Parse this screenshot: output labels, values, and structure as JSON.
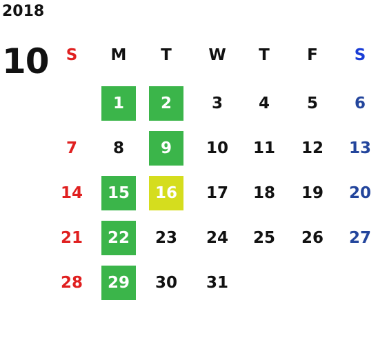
{
  "year": "2018",
  "month": "10",
  "colors": {
    "sunday": "#e02020",
    "saturday_header": "#1a3dd6",
    "saturday": "#23459c",
    "weekday": "#111111",
    "highlight_green": "#3bb54a",
    "highlight_yellow": "#d5dd1e"
  },
  "weekdays": [
    "S",
    "M",
    "T",
    "W",
    "T",
    "F",
    "S"
  ],
  "weeks": [
    [
      null,
      {
        "d": "1",
        "hl": "green"
      },
      {
        "d": "2",
        "hl": "green"
      },
      {
        "d": "3"
      },
      {
        "d": "4"
      },
      {
        "d": "5"
      },
      {
        "d": "6"
      }
    ],
    [
      {
        "d": "7"
      },
      {
        "d": "8"
      },
      {
        "d": "9",
        "hl": "green"
      },
      {
        "d": "10"
      },
      {
        "d": "11"
      },
      {
        "d": "12"
      },
      {
        "d": "13"
      }
    ],
    [
      {
        "d": "14"
      },
      {
        "d": "15",
        "hl": "green"
      },
      {
        "d": "16",
        "hl": "yellow"
      },
      {
        "d": "17"
      },
      {
        "d": "18"
      },
      {
        "d": "19"
      },
      {
        "d": "20"
      }
    ],
    [
      {
        "d": "21"
      },
      {
        "d": "22",
        "hl": "green"
      },
      {
        "d": "23"
      },
      {
        "d": "24"
      },
      {
        "d": "25"
      },
      {
        "d": "26"
      },
      {
        "d": "27"
      }
    ],
    [
      {
        "d": "28"
      },
      {
        "d": "29",
        "hl": "green"
      },
      {
        "d": "30"
      },
      {
        "d": "31"
      },
      null,
      null,
      null
    ]
  ]
}
